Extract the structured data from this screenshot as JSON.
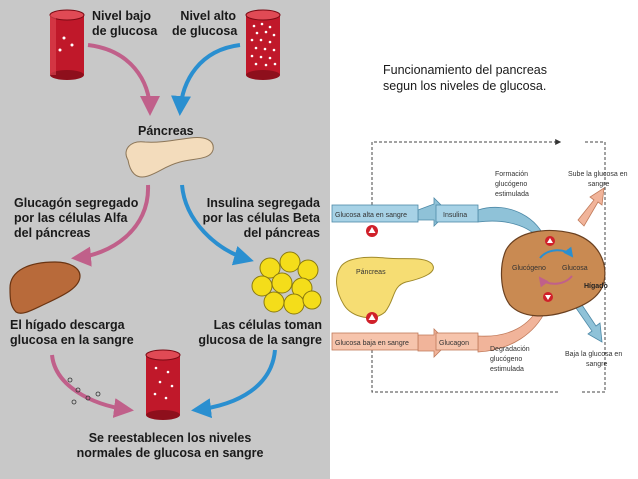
{
  "colors": {
    "panel_bg": "#c8c8c8",
    "tube_red": "#c0182a",
    "arrow_pink": "#c0608a",
    "arrow_blue": "#2a8fd0",
    "liver_brown": "#b86a3a",
    "pancreas_beige": "#f3dcbc",
    "beta_cells_yellow": "#f4dd1a",
    "flow_blue": "#8fc2d8",
    "flow_salmon": "#f1b49a",
    "liver_right": "#c98a52",
    "alert_red": "#d0202a"
  },
  "left": {
    "low_label": [
      "Nivel bajo",
      "de glucosa"
    ],
    "high_label": [
      "Nivel alto",
      "de glucosa"
    ],
    "pancreas_label": "Páncreas",
    "glucagon_label": [
      "Glucagón segregado",
      "por las células Alfa",
      "del páncreas"
    ],
    "insulin_label": [
      "Insulina segregada",
      "por las células Beta",
      "del páncreas"
    ],
    "liver_label": [
      "El hígado descarga",
      "glucosa en la sangre"
    ],
    "cells_label": [
      "Las células toman",
      "glucosa de la sangre"
    ],
    "restore_label": [
      "Se reestablecen los niveles",
      "normales de glucosa en sangre"
    ]
  },
  "caption": [
    "Funcionamiento del pancreas",
    "segun los niveles de glucosa."
  ],
  "right": {
    "box_high": "Glucosa alta en sangre",
    "box_insulin": "Insulina",
    "box_low": "Glucosa baja en sangre",
    "box_glucagon": "Glucagon",
    "pancreas": "Páncreas",
    "formation": [
      "Formación",
      "glucógeno",
      "estimulada"
    ],
    "degradation": [
      "Degradación",
      "glucógeno",
      "estimulada"
    ],
    "rise": [
      "Sube la glucosa en",
      "sangre"
    ],
    "fall": [
      "Baja la glucosa en",
      "sangre"
    ],
    "glycogen": "Glucógeno",
    "glucose": "Glucosa",
    "liver": "Hígado"
  }
}
